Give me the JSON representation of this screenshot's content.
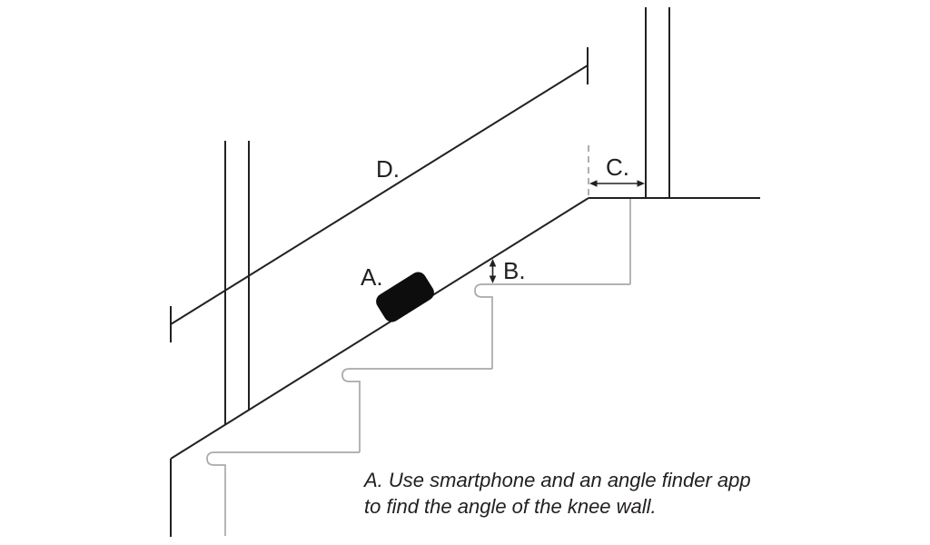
{
  "labels": {
    "a": "A.",
    "b": "B.",
    "c": "C.",
    "d": "D."
  },
  "caption": {
    "line1": "A. Use smartphone and an angle finder app",
    "line2": "to find the angle of the knee wall."
  },
  "colors": {
    "line": "#242021",
    "stairs": "#a7a9aa",
    "dashed": "#9b9b9b",
    "phone": "#0d0d0d",
    "background": "#ffffff"
  },
  "icons": {
    "smartphone": "smartphone-icon (black rounded rectangle resting on knee wall slope)"
  }
}
